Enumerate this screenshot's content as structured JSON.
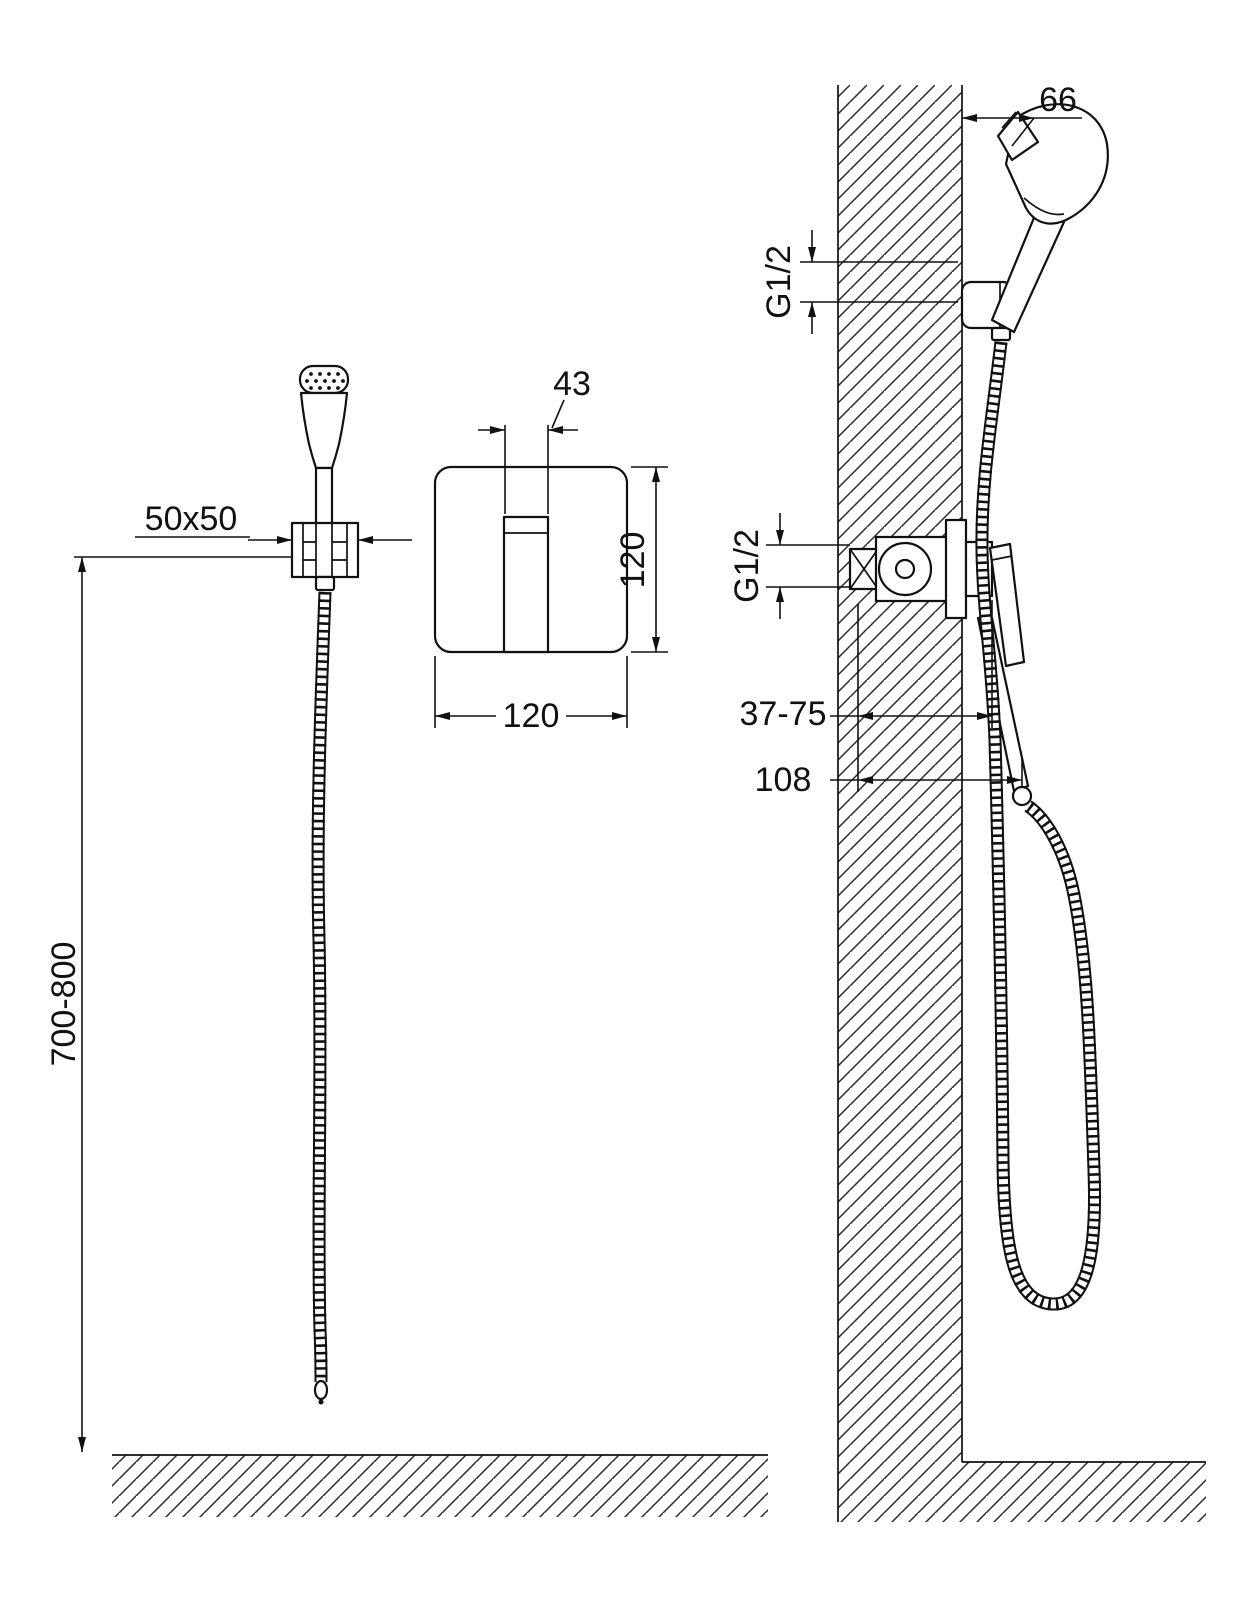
{
  "drawing": {
    "front_view": {
      "bracket_size": "50x50",
      "mount_height": "700-800"
    },
    "plate": {
      "handle_width": "43",
      "plate_height": "120",
      "plate_width": "120"
    },
    "side_view": {
      "spray_offset": "66",
      "holder_thread": "G1/2",
      "mixer_thread": "G1/2",
      "mount_depth_range": "37-75",
      "outlet_offset": "108"
    }
  },
  "colors": {
    "line": "#111111",
    "background": "#ffffff"
  }
}
